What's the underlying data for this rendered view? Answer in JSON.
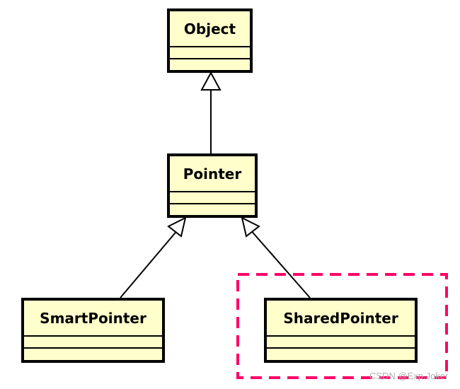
{
  "classes": {
    "object": {
      "name": "Object"
    },
    "pointer": {
      "name": "Pointer"
    },
    "smart_pointer": {
      "name": "SmartPointer"
    },
    "shared_pointer": {
      "name": "SharedPointer"
    }
  },
  "highlight_color": "#ff0066",
  "watermark": "CSDN @Exp.Joker"
}
